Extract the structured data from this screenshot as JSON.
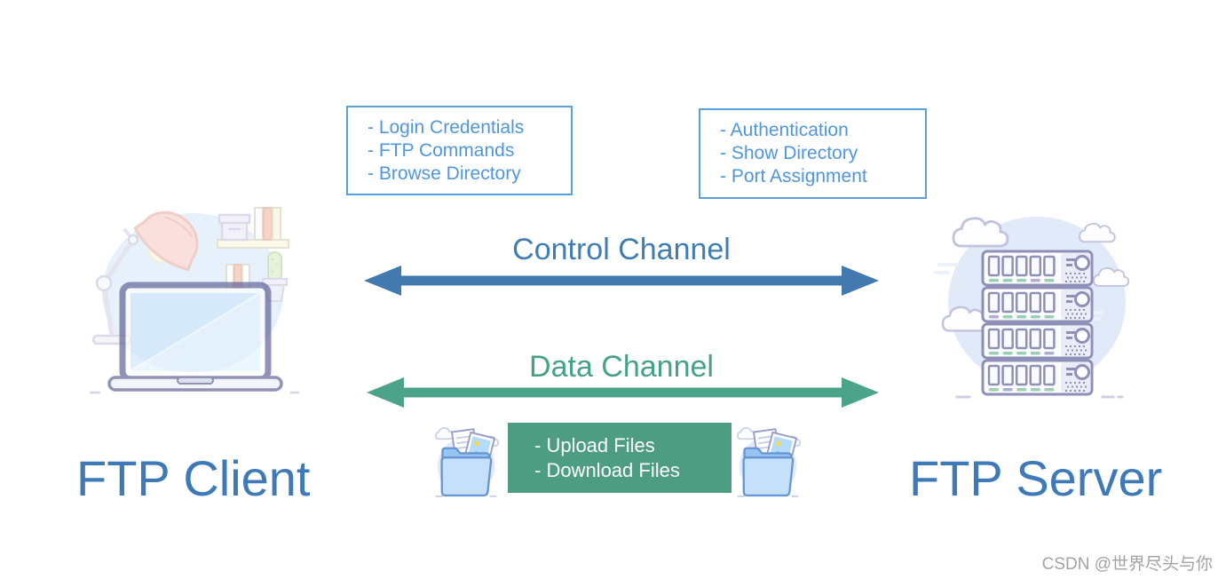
{
  "client": {
    "title": "FTP Client",
    "request_box": {
      "lines": [
        "- Login Credentials",
        "- FTP Commands",
        "- Browse Directory"
      ]
    }
  },
  "server": {
    "title": "FTP Server",
    "response_box": {
      "lines": [
        "- Authentication",
        "- Show Directory",
        "- Port Assignment"
      ]
    }
  },
  "control_channel": {
    "label": "Control Channel",
    "label_color": "#3f7db3",
    "arrow_color": "#4279ae"
  },
  "data_channel": {
    "label": "Data Channel",
    "label_color": "#45a287",
    "arrow_color": "#4ba38a"
  },
  "transfer_box": {
    "lines": [
      "- Upload Files",
      "- Download Files"
    ],
    "background": "#4d9d82",
    "text_color": "#ffffff"
  },
  "watermark": "CSDN @世界尽头与你",
  "colors": {
    "info_box_border": "#59a0e0",
    "info_box_text": "#4f97dd",
    "entity_title_text": "#3e7ab8",
    "illustration_outline": "#5e6097"
  },
  "icons": {
    "client_illustration": "laptop-with-desk-lamp-and-shelves",
    "server_illustration": "server-rack-with-clouds",
    "folder_icon": "open-folder-with-documents"
  }
}
